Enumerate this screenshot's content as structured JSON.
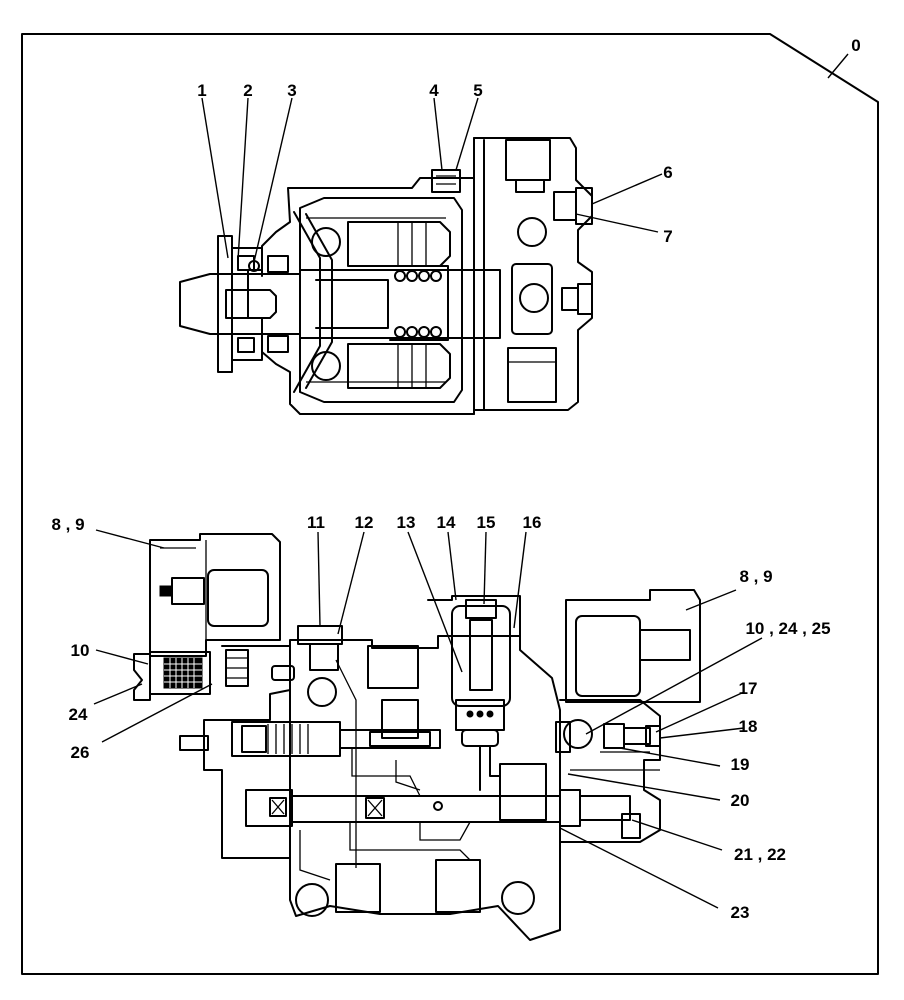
{
  "callouts": [
    {
      "text": "0"
    },
    {
      "text": "1"
    },
    {
      "text": "2"
    },
    {
      "text": "3"
    },
    {
      "text": "4"
    },
    {
      "text": "5"
    },
    {
      "text": "6"
    },
    {
      "text": "7"
    },
    {
      "text": "8 , 9"
    },
    {
      "text": "11"
    },
    {
      "text": "12"
    },
    {
      "text": "13"
    },
    {
      "text": "14"
    },
    {
      "text": "15"
    },
    {
      "text": "16"
    },
    {
      "text": "8 , 9"
    },
    {
      "text": "10"
    },
    {
      "text": "10 , 24 , 25"
    },
    {
      "text": "17"
    },
    {
      "text": "18"
    },
    {
      "text": "24"
    },
    {
      "text": "19"
    },
    {
      "text": "26"
    },
    {
      "text": "20"
    },
    {
      "text": "21 , 22"
    },
    {
      "text": "23"
    }
  ]
}
